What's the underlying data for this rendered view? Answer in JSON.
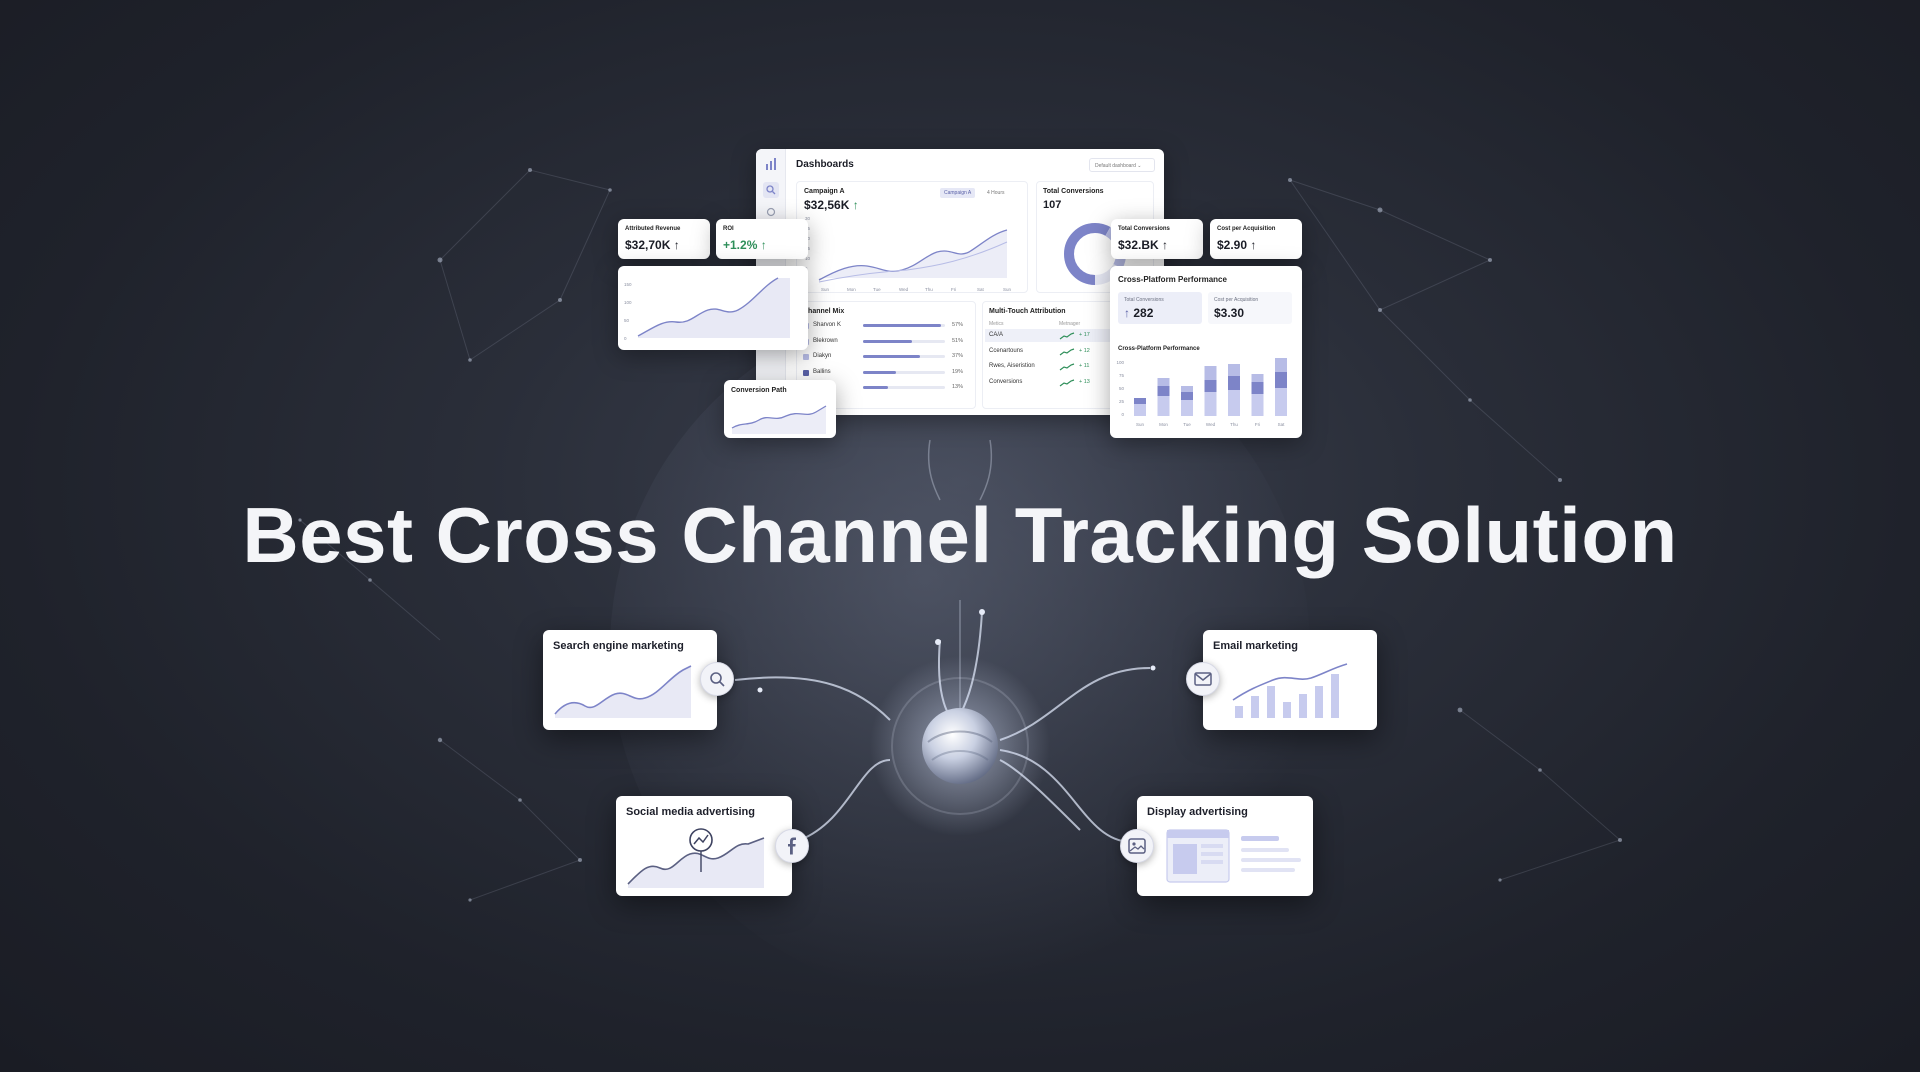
{
  "headline": "Best Cross Channel Tracking Solution",
  "dashboard": {
    "title": "Dashboards",
    "dropdown": "Default dashboard",
    "campaign": {
      "label": "Campaign A",
      "value": "$32,56K",
      "arrow": "↑",
      "filter1": "Campaign A",
      "filter2": "4 Hours",
      "days": [
        "Sun",
        "Mon",
        "Tue",
        "Wed",
        "Thu",
        "Fri",
        "Sat",
        "Sun"
      ],
      "y_ticks": [
        "30",
        "25",
        "20",
        "15",
        "10",
        "5",
        "0"
      ]
    },
    "total_conversions": {
      "label": "Total Conversions",
      "value": "107"
    },
    "channel_mix": {
      "title": "Channel Mix",
      "rows": [
        {
          "name": "Sharvon K",
          "pct": "57%",
          "fill": 0.95
        },
        {
          "name": "Blekrown",
          "pct": "51%",
          "fill": 0.6
        },
        {
          "name": "Diakyn",
          "pct": "37%",
          "fill": 0.7
        },
        {
          "name": "Ballins",
          "pct": "19%",
          "fill": 0.4
        },
        {
          "name": "",
          "pct": "13%",
          "fill": 0.3
        }
      ]
    },
    "mta": {
      "title": "Multi-Touch Attribution",
      "col1": "Metics",
      "col2": "Metnager",
      "rows": [
        {
          "name": "CA/A",
          "delta": "+ 17"
        },
        {
          "name": "Ccenartouns",
          "delta": "+ 12"
        },
        {
          "name": "Rwes, Aiseristion",
          "delta": "+ 11"
        },
        {
          "name": "Conversions",
          "delta": "+ 13"
        }
      ]
    }
  },
  "floating": {
    "attributed_revenue": {
      "label": "Attributed Revenue",
      "value": "$32,70K",
      "arrow": "↑"
    },
    "roi": {
      "label": "ROI",
      "value": "+1.2%",
      "arrow": "↑"
    },
    "mini_chart": {
      "y_ticks": [
        "150",
        "100",
        "50",
        "0"
      ]
    },
    "conversion_path": {
      "label": "Conversion Path"
    },
    "total_conv_small": {
      "label": "Total Conversions",
      "value": "$32.BK",
      "arrow": "↑"
    },
    "cpa_small": {
      "label": "Cost per Acquisition",
      "value": "$2.90",
      "arrow": "↑"
    },
    "cross_platform": {
      "title": "Cross-Platform Performance",
      "total_label": "Total Conversions",
      "total_value": "282",
      "total_arrow": "↑",
      "cpa_label": "Cost per Acquisition",
      "cpa_value": "$3.30",
      "chart_title": "Cross-Platform Performance",
      "y_ticks": [
        "100",
        "75",
        "50",
        "25",
        "0"
      ],
      "days": [
        "Sun",
        "Mon",
        "Tue",
        "Wed",
        "Thu",
        "Fri",
        "Sat"
      ]
    }
  },
  "channels": {
    "search": {
      "title": "Search engine marketing",
      "icon": "search-icon"
    },
    "email": {
      "title": "Email marketing",
      "icon": "mail-icon"
    },
    "social": {
      "title": "Social media advertising",
      "icon": "facebook-icon"
    },
    "display": {
      "title": "Display advertising",
      "icon": "image-icon"
    }
  },
  "colors": {
    "accent": "#7d84c8",
    "accent_light": "#b7bce6",
    "background": "#23262f"
  }
}
